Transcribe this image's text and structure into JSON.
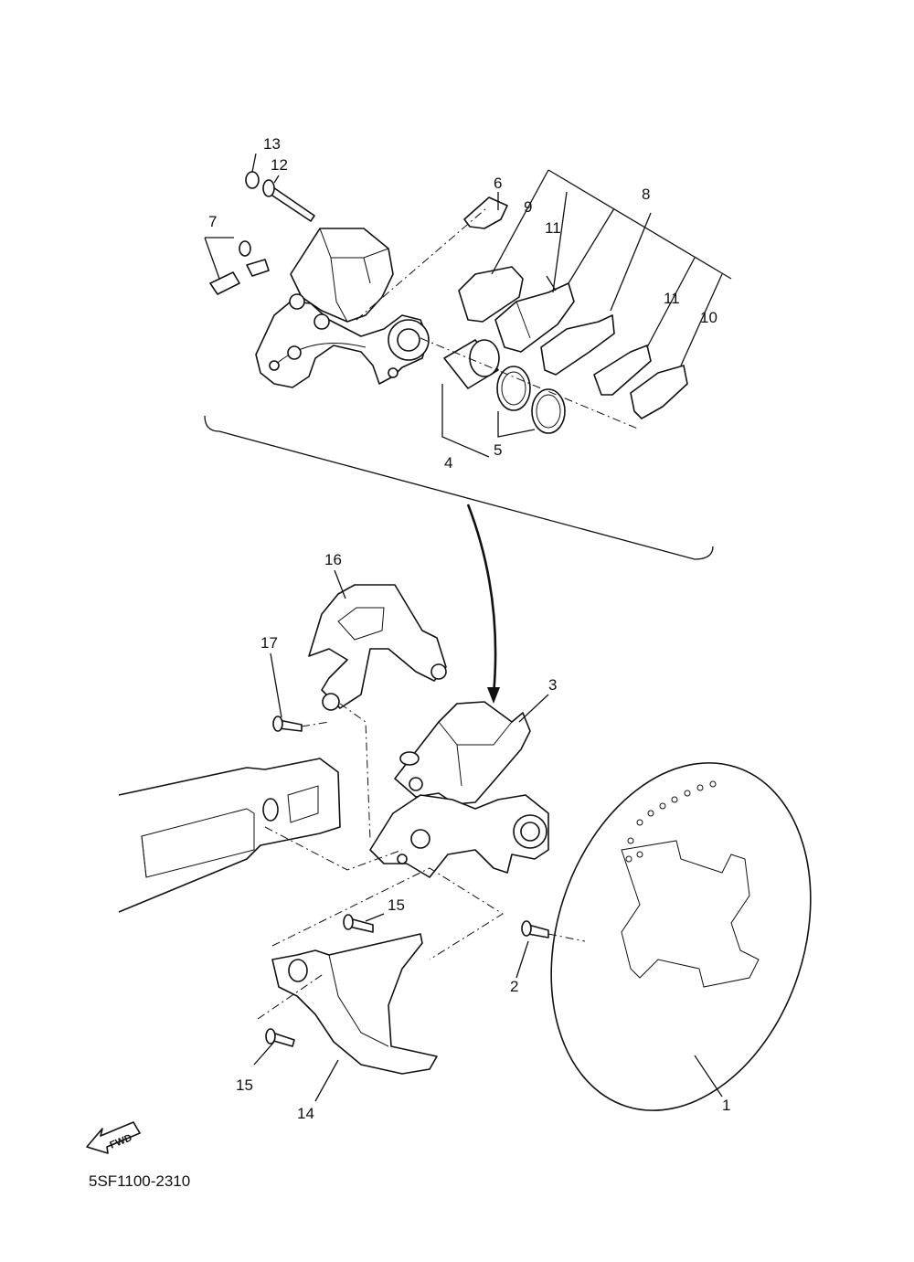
{
  "labels": {
    "l1": "1",
    "l2": "2",
    "l3": "3",
    "l4": "4",
    "l5": "5",
    "l6": "6",
    "l7": "7",
    "l8": "8",
    "l9": "9",
    "l10": "10",
    "l11a": "11",
    "l11b": "11",
    "l12": "12",
    "l13": "13",
    "l14": "14",
    "l15a": "15",
    "l15b": "15",
    "l16": "16",
    "l17": "17"
  },
  "fwd": "FWD",
  "diagram_code": "5SF1100-2310"
}
